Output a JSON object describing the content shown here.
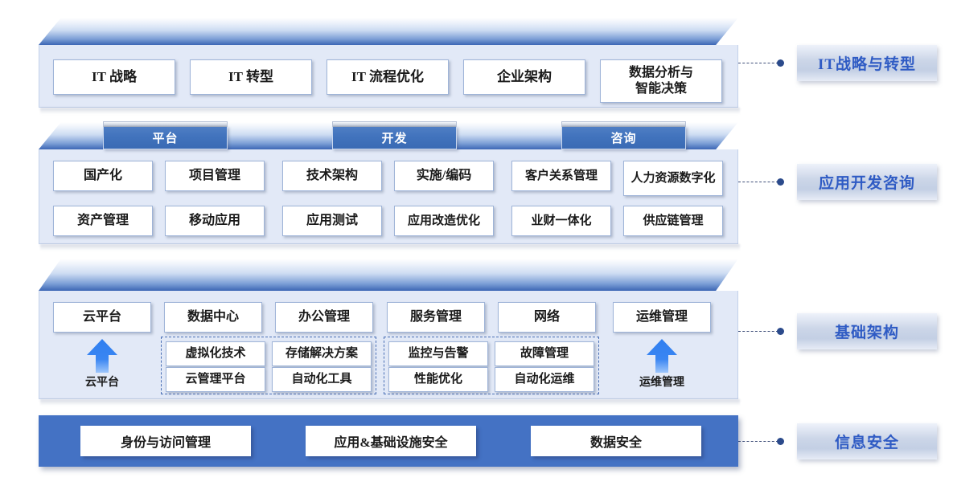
{
  "diagram": {
    "title": "IT architecture layered diagram",
    "colors": {
      "band_body": "#e2e9f7",
      "band_lid_top": "#ffffff",
      "band_lid_bottom": "#3c66b5",
      "tab_blue": "#4173bd",
      "security_blue": "#4472C4",
      "label_text_blue": "#2f5bc4",
      "arrow_blue": "#2f7ef0",
      "dot": "#2b4a8b"
    }
  },
  "layers": [
    {
      "id": "it-strategy",
      "side_label": "IT战略与转型",
      "cells": [
        {
          "label": "IT 战略"
        },
        {
          "label": "IT 转型"
        },
        {
          "label": "IT 流程优化"
        },
        {
          "label": "企业架构"
        },
        {
          "label": "数据分析与\n智能决策"
        }
      ]
    },
    {
      "id": "app-dev-consulting",
      "side_label": "应用开发咨询",
      "tabs": [
        {
          "label": "平台"
        },
        {
          "label": "开发"
        },
        {
          "label": "咨询"
        }
      ],
      "row1": [
        {
          "label": "国产化"
        },
        {
          "label": "项目管理"
        },
        {
          "label": "技术架构"
        },
        {
          "label": "实施/编码"
        },
        {
          "label": "客户关系管理"
        },
        {
          "label": "人力资源数字化"
        }
      ],
      "row2": [
        {
          "label": "资产管理"
        },
        {
          "label": "移动应用"
        },
        {
          "label": "应用测试"
        },
        {
          "label": "应用改造优化"
        },
        {
          "label": "业财一体化"
        },
        {
          "label": "供应链管理"
        }
      ]
    },
    {
      "id": "infrastructure",
      "side_label": "基础架构",
      "top_cells": [
        {
          "label": "云平台"
        },
        {
          "label": "数据中心"
        },
        {
          "label": "办公管理"
        },
        {
          "label": "服务管理"
        },
        {
          "label": "网络"
        },
        {
          "label": "运维管理"
        }
      ],
      "groups": [
        {
          "items": [
            {
              "label": "虚拟化技术"
            },
            {
              "label": "存储解决方案"
            },
            {
              "label": "云管理平台"
            },
            {
              "label": "自动化工具"
            }
          ]
        },
        {
          "items": [
            {
              "label": "监控与告警"
            },
            {
              "label": "故障管理"
            },
            {
              "label": "性能优化"
            },
            {
              "label": "自动化运维"
            }
          ]
        }
      ],
      "arrows": [
        {
          "icon": "up-arrow-icon",
          "label": "云平台"
        },
        {
          "icon": "up-arrow-icon",
          "label": "运维管理"
        }
      ]
    },
    {
      "id": "information-security",
      "side_label": "信息安全",
      "cells": [
        {
          "label": "身份与访问管理"
        },
        {
          "label": "应用&基础设施安全"
        },
        {
          "label": "数据安全"
        }
      ]
    }
  ]
}
